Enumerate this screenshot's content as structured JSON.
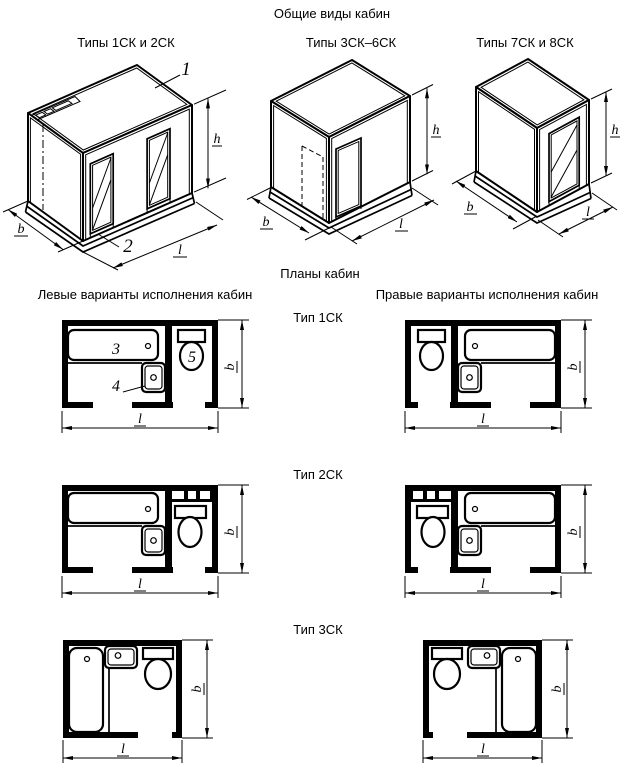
{
  "titles": {
    "main": "Общие виды кабин",
    "plans": "Планы кабин"
  },
  "iso_views": [
    {
      "caption": "Типы 1СК и 2СК"
    },
    {
      "caption": "Типы 3СК–6СК"
    },
    {
      "caption": "Типы 7СК и 8СК"
    }
  ],
  "plan_columns": {
    "left": "Левые варианты исполнения кабин",
    "right": "Правые варианты исполнения кабин"
  },
  "plan_rows": [
    {
      "label": "Тип 1СК"
    },
    {
      "label": "Тип 2СК"
    },
    {
      "label": "Тип 3СК"
    }
  ],
  "dim_labels": {
    "height": "h",
    "width": "b",
    "length": "l"
  },
  "callouts": {
    "ceiling_panel": "1",
    "base_pallet": "2",
    "bathtub": "3",
    "washbasin": "4",
    "toilet": "5"
  }
}
